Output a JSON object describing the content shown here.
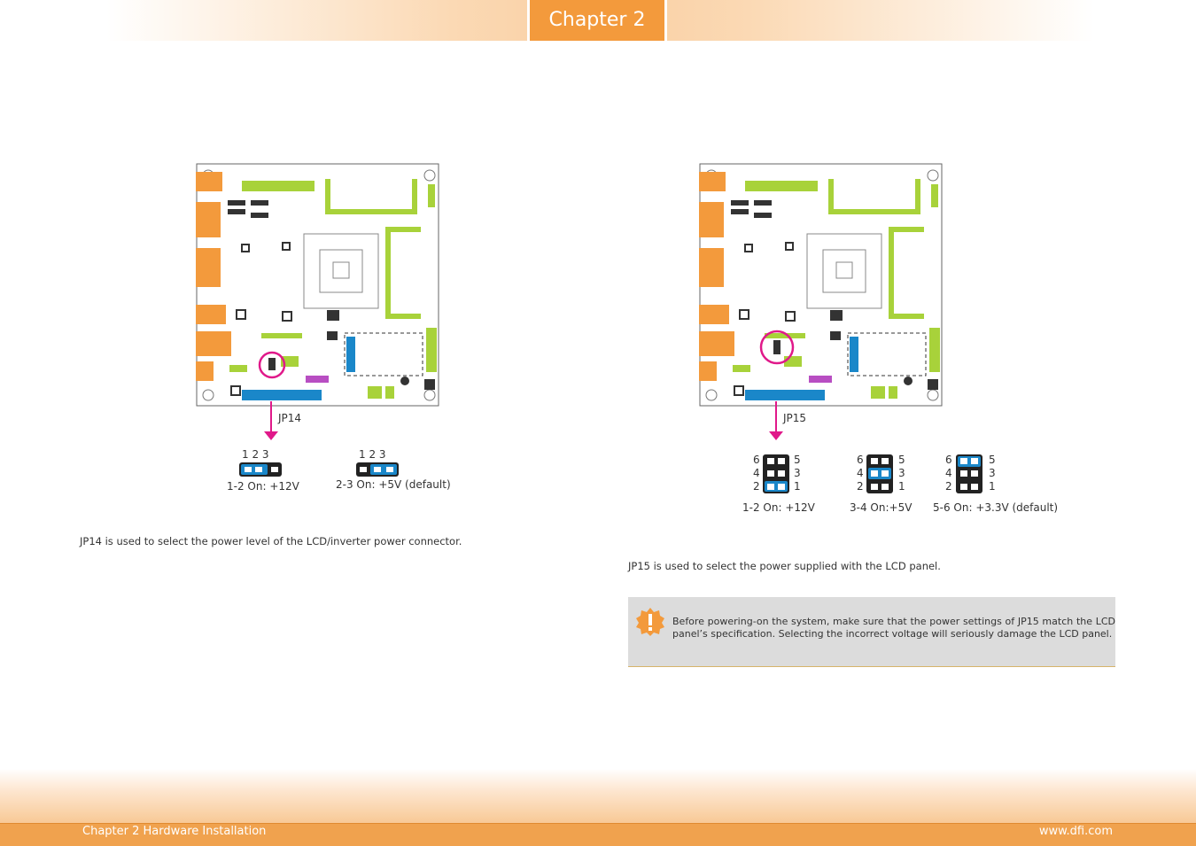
{
  "header": {
    "chapter_tab": "Chapter 2"
  },
  "left": {
    "board_label": "JP14",
    "options": [
      {
        "pins": "1  2  3",
        "caption": "1-2 On: +12V"
      },
      {
        "pins": "1  2  3",
        "caption": "2-3 On: +5V (default)"
      }
    ],
    "description": "JP14 is used to select the power level of the LCD/inverter power connector."
  },
  "right": {
    "board_label": "JP15",
    "options": [
      {
        "left_pins": [
          "6",
          "4",
          "2"
        ],
        "right_pins": [
          "5",
          "3",
          "1"
        ],
        "caption": "1-2 On: +12V"
      },
      {
        "left_pins": [
          "6",
          "4",
          "2"
        ],
        "right_pins": [
          "5",
          "3",
          "1"
        ],
        "caption": "3-4 On:+5V"
      },
      {
        "left_pins": [
          "6",
          "4",
          "2"
        ],
        "right_pins": [
          "5",
          "3",
          "1"
        ],
        "caption": "5-6 On: +3.3V (default)"
      }
    ],
    "description": "JP15 is used to select the power supplied with the LCD panel.",
    "warning": "Before powering-on the system, make sure that the power settings of JP15 match the LCD panel’s specification. Selecting the incorrect voltage will seriously damage the LCD panel."
  },
  "footer": {
    "left": "Chapter 2 Hardware Installation",
    "right": "www.dfi.com"
  },
  "colors": {
    "accent": "#f39a3c",
    "highlight": "#e0198a",
    "jumper_on": "#1a87c9",
    "board_green": "#a8d23a"
  }
}
